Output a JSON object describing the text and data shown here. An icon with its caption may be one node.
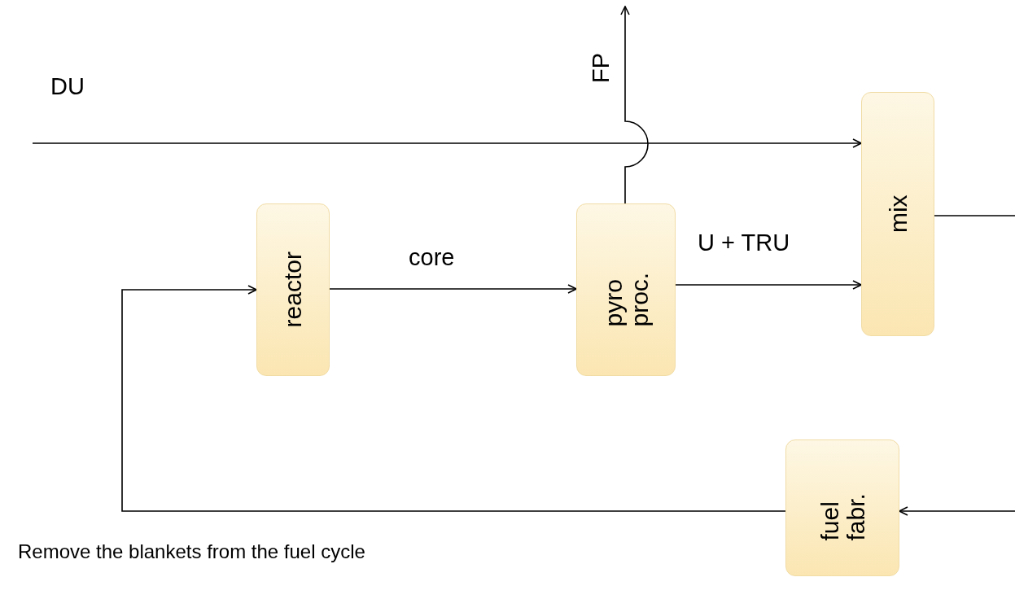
{
  "diagram": {
    "nodes": [
      {
        "text": [
          "reactor"
        ]
      },
      {
        "text": [
          "pyro proc."
        ]
      },
      {
        "text": [
          "mix"
        ]
      },
      {
        "text": [
          "fuel fabr."
        ]
      }
    ],
    "edges": [
      {
        "from": null,
        "to": 2,
        "arrow": "to",
        "label": "DU"
      },
      {
        "from": 0,
        "to": 1,
        "arrow": "to",
        "label": "core"
      },
      {
        "from": 1,
        "to": 2,
        "arrow": "to",
        "label": "U + TRU"
      },
      {
        "from": 1,
        "to": null,
        "arrow": "to",
        "label": "FP"
      },
      {
        "from": 2,
        "to": null,
        "arrow": "none"
      },
      {
        "from": null,
        "to": 3,
        "arrow": "to"
      },
      {
        "from": 3,
        "to": 0,
        "arrow": "to"
      }
    ],
    "labels": [
      "Remove the blankets from the fuel cycle"
    ]
  }
}
